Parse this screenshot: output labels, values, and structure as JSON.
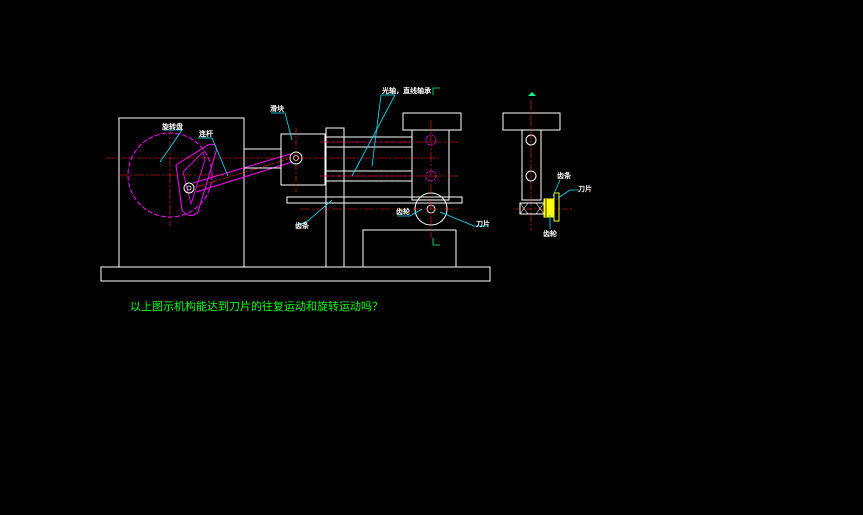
{
  "labels": {
    "rotary_disk": "旋转盘",
    "connecting_rod": "连杆",
    "slider": "滑块",
    "shaft_bearing": "光轴，直线轴承",
    "rack": "齿条",
    "gear": "齿轮",
    "blade": "刀片",
    "side_rack": "齿条",
    "side_blade": "刀片",
    "side_gear": "齿轮"
  },
  "question": "以上图示机构能达到刀片的往复运动和旋转运动吗？",
  "colors": {
    "background": "#000000",
    "outline": "#ffffff",
    "centerline": "#ff2020",
    "hidden": "#ff00ff",
    "leader": "#00e5ff",
    "label": "#ffffff",
    "blade": "#ffff00",
    "question": "#00ff00",
    "mark": "#00ff80"
  }
}
